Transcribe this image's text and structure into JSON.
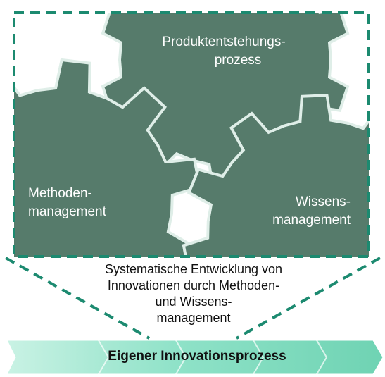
{
  "colors": {
    "gear_fill": "#567b6b",
    "gear_edge": "#dfeee8",
    "dash": "#1c8a70",
    "arrow_light": "#c9f2e4",
    "arrow_mid": "#8fe2c8",
    "arrow_dark": "#6fd3b3"
  },
  "gears": {
    "product": {
      "line1": "Produktentstehungs-",
      "line2": "prozess"
    },
    "method": {
      "line1": "Methoden-",
      "line2": "management"
    },
    "knowledge": {
      "line1": "Wissens-",
      "line2": "management"
    }
  },
  "caption": {
    "line1": "Systematische Entwicklung von",
    "line2": "Innovationen durch Methoden-",
    "line3": "und Wissens-",
    "line4": "management"
  },
  "process_bar": {
    "label": "Eigener Innovationsprozess"
  }
}
